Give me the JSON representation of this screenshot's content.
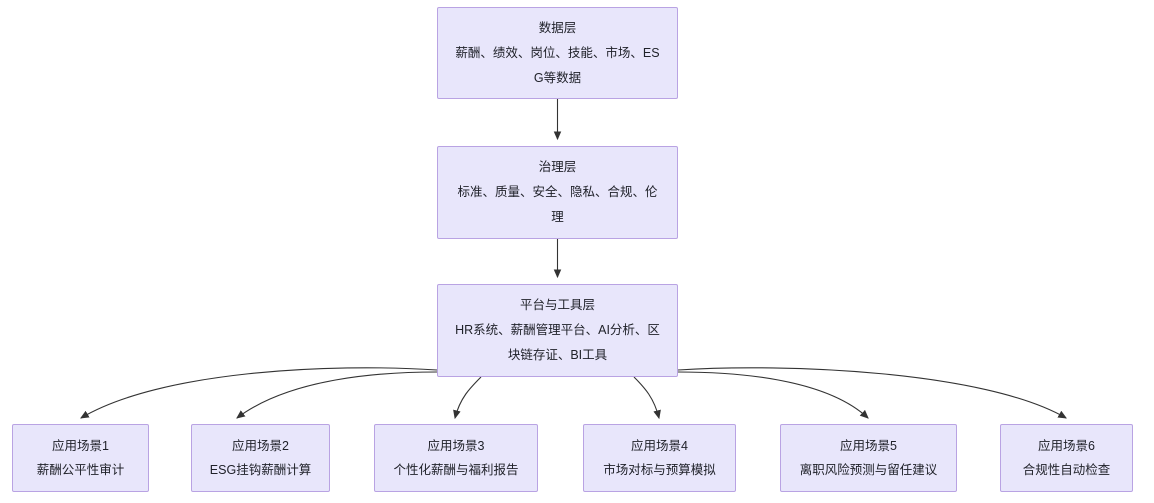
{
  "diagram": {
    "type": "flowchart",
    "direction": "top-down",
    "title_text_present": false,
    "theme": {
      "node_fill": "#e8e6fb",
      "node_border": "#b9a3e3",
      "text_color": "#20222a",
      "edge_color": "#333333",
      "background": "#ffffff"
    }
  },
  "nodes": {
    "data_layer": {
      "id": "A",
      "title": "数据层",
      "lines": [
        "数据层",
        "薪酬、绩效、岗位、技能、市场、ES",
        "G等数据"
      ],
      "full_text": "数据层 薪酬、绩效、岗位、技能、市场、ESG等数据"
    },
    "governance_layer": {
      "id": "B",
      "title": "治理层",
      "lines": [
        "治理层",
        "标准、质量、安全、隐私、合规、伦",
        "理"
      ],
      "full_text": "治理层 标准、质量、安全、隐私、合规、伦理"
    },
    "platform_layer": {
      "id": "C",
      "title": "平台与工具层",
      "lines": [
        "平台与工具层",
        "HR系统、薪酬管理平台、AI分析、区",
        "块链存证、BI工具"
      ],
      "full_text": "平台与工具层 HR系统、薪酬管理平台、AI分析、区块链存证、BI工具"
    },
    "scenarios": [
      {
        "id": "S1",
        "title": "应用场景1",
        "subtitle": "薪酬公平性审计"
      },
      {
        "id": "S2",
        "title": "应用场景2",
        "subtitle": "ESG挂钩薪酬计算"
      },
      {
        "id": "S3",
        "title": "应用场景3",
        "subtitle": "个性化薪酬与福利报告"
      },
      {
        "id": "S4",
        "title": "应用场景4",
        "subtitle": "市场对标与预算模拟"
      },
      {
        "id": "S5",
        "title": "应用场景5",
        "subtitle": "离职风险预测与留任建议"
      },
      {
        "id": "S6",
        "title": "应用场景6",
        "subtitle": "合规性自动检查"
      }
    ]
  },
  "edges": [
    {
      "from": "数据层",
      "to": "治理层",
      "style": "straight-arrow"
    },
    {
      "from": "治理层",
      "to": "平台与工具层",
      "style": "straight-arrow"
    },
    {
      "from": "平台与工具层",
      "to": "应用场景1",
      "style": "curved-arrow"
    },
    {
      "from": "平台与工具层",
      "to": "应用场景2",
      "style": "curved-arrow"
    },
    {
      "from": "平台与工具层",
      "to": "应用场景3",
      "style": "curved-arrow"
    },
    {
      "from": "平台与工具层",
      "to": "应用场景4",
      "style": "curved-arrow"
    },
    {
      "from": "平台与工具层",
      "to": "应用场景5",
      "style": "curved-arrow"
    },
    {
      "from": "平台与工具层",
      "to": "应用场景6",
      "style": "curved-arrow"
    }
  ]
}
